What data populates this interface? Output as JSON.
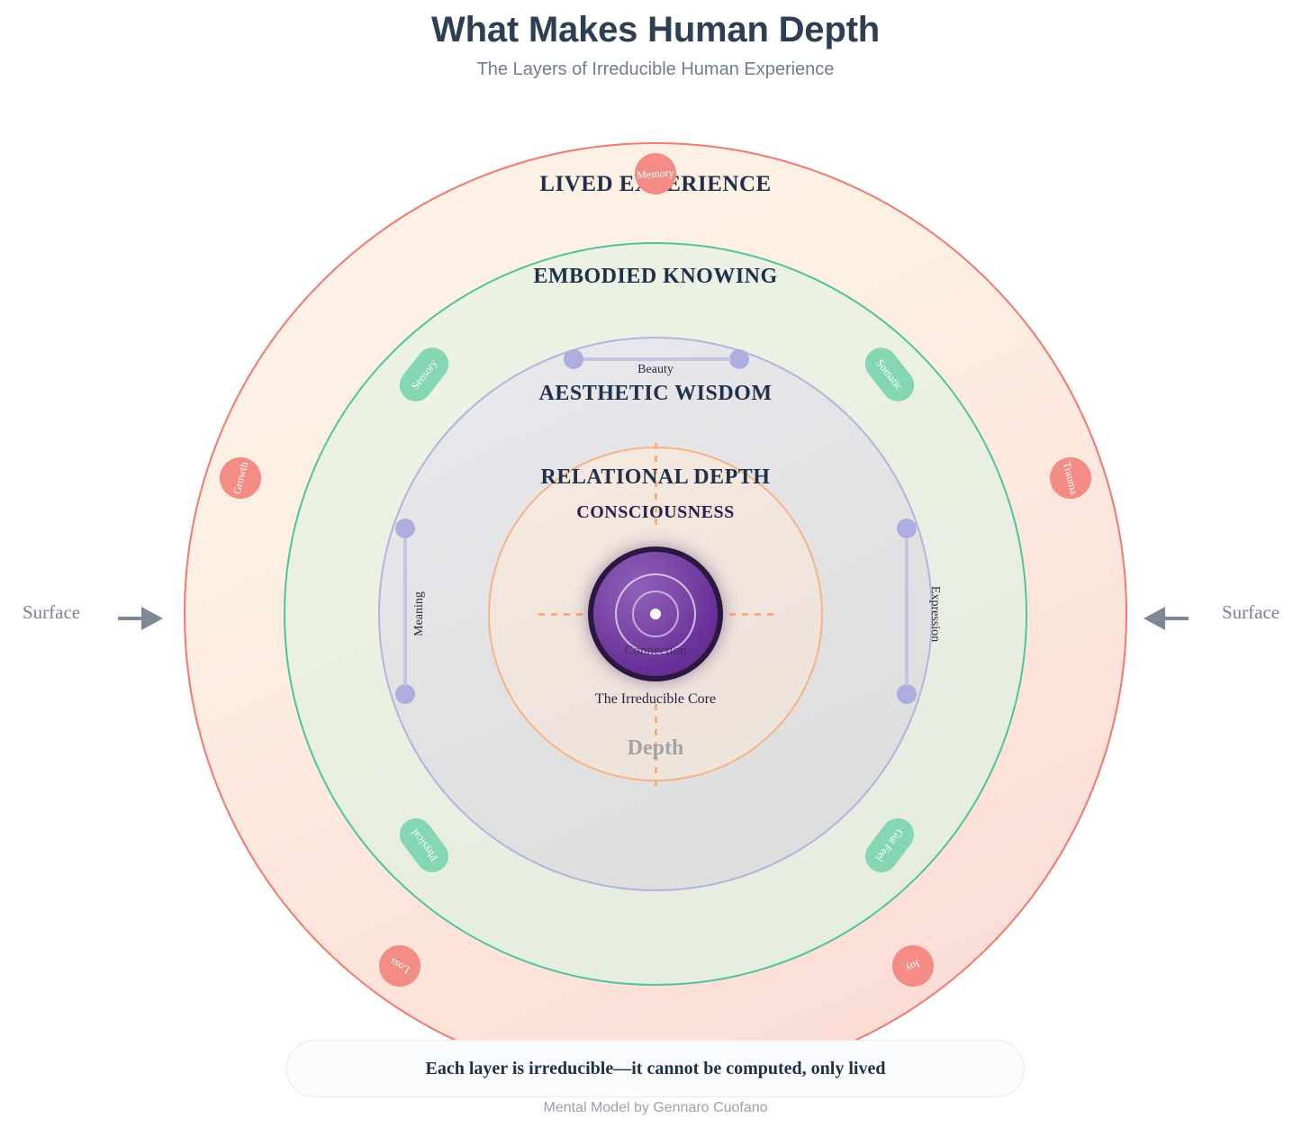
{
  "header": {
    "title": "What Makes Human Depth",
    "subtitle": "The Layers of Irreducible Human Experience"
  },
  "layers": [
    {
      "id": "lived-experience",
      "label": "LIVED EXPERIENCE",
      "ring_color": "#f0736a",
      "fill": "#fdf1e4"
    },
    {
      "id": "embodied-knowing",
      "label": "EMBODIED KNOWING",
      "ring_color": "#4fc49a",
      "fill": "#eef3e4"
    },
    {
      "id": "aesthetic-wisdom",
      "label": "AESTHETIC WISDOM",
      "ring_color": "#b3b3dd",
      "fill": "#e9e9ef"
    },
    {
      "id": "relational-depth",
      "label": "RELATIONAL DEPTH",
      "ring_color": "#f7b288",
      "fill": "#f6e9e0"
    },
    {
      "id": "consciousness",
      "label": "CONSCIOUSNESS",
      "ring_color": "#2c1f4f",
      "fill": "#6a329a"
    }
  ],
  "core": {
    "word": "Connection",
    "caption": "The Irreducible Core",
    "depth_word": "Depth",
    "color": "#6a329a",
    "border_color": "#2b1840"
  },
  "nodes": [
    {
      "name": "memory",
      "label": "Memory",
      "shape": "circle",
      "color": "#f28c85"
    },
    {
      "name": "growth",
      "label": "Growth",
      "shape": "circle",
      "color": "#f28c85"
    },
    {
      "name": "trauma",
      "label": "Trauma",
      "shape": "circle",
      "color": "#f28c85"
    },
    {
      "name": "loss",
      "label": "Loss",
      "shape": "circle",
      "color": "#f28c85"
    },
    {
      "name": "joy",
      "label": "Joy",
      "shape": "circle",
      "color": "#f28c85"
    },
    {
      "name": "sensory",
      "label": "Sensory",
      "shape": "pill",
      "color": "#85d6b4"
    },
    {
      "name": "somatic",
      "label": "Somatic",
      "shape": "pill",
      "color": "#85d6b4"
    },
    {
      "name": "physical",
      "label": "Physical",
      "shape": "pill",
      "color": "#85d6b4"
    },
    {
      "name": "gut-feel",
      "label": "Gut Feel",
      "shape": "pill",
      "color": "#85d6b4"
    }
  ],
  "connectors": [
    {
      "name": "beauty",
      "label": "Beauty",
      "orientation": "horizontal",
      "color": "#adadde"
    },
    {
      "name": "meaning",
      "label": "Meaning",
      "orientation": "vertical",
      "color": "#adadde"
    },
    {
      "name": "expression",
      "label": "Expression",
      "orientation": "vertical",
      "color": "#adadde"
    }
  ],
  "axis": {
    "left_label": "Surface",
    "right_label": "Surface",
    "arrow_color": "#7d8795"
  },
  "footer": {
    "banner": "Each layer is irreducible—it cannot be computed, only lived",
    "credit": "Mental Model by Gennaro Cuofano"
  }
}
